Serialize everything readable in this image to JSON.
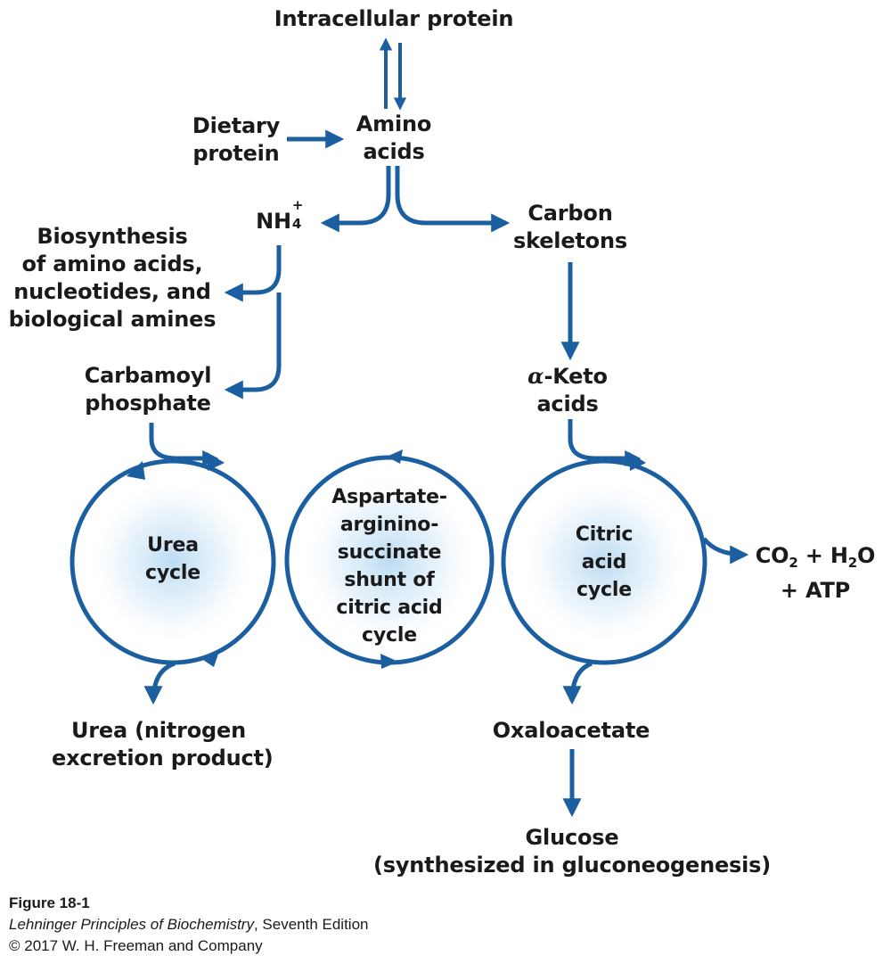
{
  "nodes": {
    "intracellular_protein": "Intracellular protein",
    "dietary_protein": [
      "Dietary",
      "protein"
    ],
    "amino_acids": [
      "Amino",
      "acids"
    ],
    "ammonium": {
      "base": "NH",
      "subscript": "4",
      "superscript": "+"
    },
    "carbon_skeletons": [
      "Carbon",
      "skeletons"
    ],
    "biosynthesis": [
      "Biosynthesis",
      "of amino acids,",
      "nucleotides, and",
      "biological amines"
    ],
    "carbamoyl_phosphate": [
      "Carbamoyl",
      "phosphate"
    ],
    "alpha_keto_acids": {
      "symbol": "α",
      "line1": "-Keto",
      "line2": "acids"
    },
    "urea_product": [
      "Urea (nitrogen",
      "excretion product)"
    ],
    "oxaloacetate": "Oxaloacetate",
    "glucose": [
      "Glucose",
      "(synthesized in gluconeogenesis)"
    ],
    "products": {
      "co2": "CO",
      "co2_sub": "2",
      "plus": " + ",
      "h2o_h": "H",
      "h2o_sub": "2",
      "h2o_o": "O",
      "atp": "+ ATP"
    }
  },
  "cycles": {
    "urea": [
      "Urea",
      "cycle"
    ],
    "shunt": [
      "Aspartate-",
      "arginino-",
      "succinate",
      "shunt of",
      "citric acid",
      "cycle"
    ],
    "citric": [
      "Citric",
      "acid",
      "cycle"
    ]
  },
  "caption": {
    "figure": "Figure 18-1",
    "book_title": "Lehninger Principles of Biochemistry",
    "edition": ", Seventh Edition",
    "copyright": "© 2017 W. H. Freeman and Company"
  },
  "colors": {
    "arrow": "#1b5fa0",
    "cycle_stroke": "#1b5fa0",
    "cycle_glow": "#bcdcf2",
    "text": "#1a1a1a"
  }
}
